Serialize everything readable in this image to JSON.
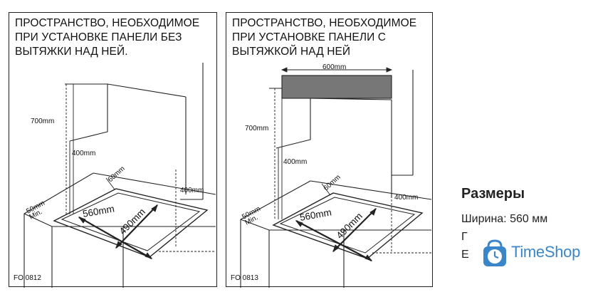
{
  "panels": [
    {
      "title": "ПРОСТРАНСТВО, НЕОБХОДИМОЕ\nПРИ УСТАНОВКЕ ПАНЕЛИ БЕЗ\nВЫТЯЖКИ НАД НЕЙ.",
      "code": "FO 0812",
      "dims": {
        "hood_height": "700mm",
        "cabinet_clearance": "400mm",
        "back_gap": "60mm",
        "side_wall": "400mm",
        "front_gap": "50mm\nMin.",
        "cutout_width": "560mm",
        "cutout_depth": "490mm"
      }
    },
    {
      "title": "ПРОСТРАНСТВО, НЕОБХОДИМОЕ\nПРИ УСТАНОВКЕ ПАНЕЛИ С\nВЫТЯЖКОЙ НАД НЕЙ",
      "code": "FO 0813",
      "dims": {
        "hood_width": "600mm",
        "hood_height": "700mm",
        "cabinet_clearance": "400mm",
        "back_gap": "60mm",
        "side_wall": "400mm",
        "front_gap": "50mm\nMin.",
        "cutout_width": "560mm",
        "cutout_depth": "490mm"
      }
    }
  ],
  "specs": {
    "title": "Размеры",
    "lines": [
      "Ширина: 560 мм",
      "Г",
      "E"
    ]
  },
  "badge": {
    "text": "TimeShop",
    "accent": "#3a86c8",
    "icon": "clock-bag-icon"
  }
}
